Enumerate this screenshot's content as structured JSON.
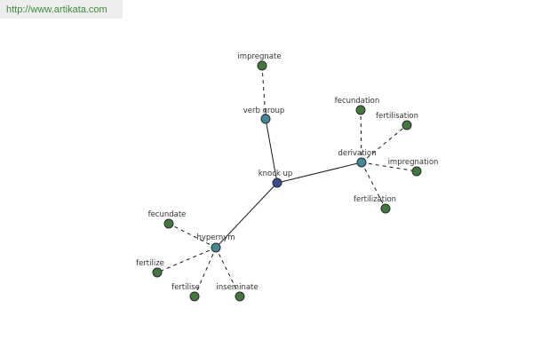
{
  "header": {
    "url": "http://www.artikata.com"
  },
  "graph": {
    "colors": {
      "center": "#3a4a8e",
      "category": "#3d8a99",
      "leaf": "#3f7a3a"
    },
    "center": {
      "label": "knock up"
    },
    "categories": [
      {
        "key": "verb_group",
        "label": "verb group"
      },
      {
        "key": "derivation",
        "label": "derivation"
      },
      {
        "key": "hypernym",
        "label": "hypernym"
      }
    ],
    "leaves": [
      {
        "key": "impregnate_1",
        "parent": "verb_group",
        "label": "impregnate"
      },
      {
        "key": "fecundation",
        "parent": "derivation",
        "label": "fecundation"
      },
      {
        "key": "fertilisation",
        "parent": "derivation",
        "label": "fertilisation"
      },
      {
        "key": "impregnation",
        "parent": "derivation",
        "label": "impregnation"
      },
      {
        "key": "fertilization",
        "parent": "derivation",
        "label": "fertilization"
      },
      {
        "key": "fecundate",
        "parent": "hypernym",
        "label": "fecundate"
      },
      {
        "key": "fertilize",
        "parent": "hypernym",
        "label": "fertilize"
      },
      {
        "key": "fertilise",
        "parent": "hypernym",
        "label": "fertilise"
      },
      {
        "key": "inseminate",
        "parent": "hypernym",
        "label": "inseminate"
      }
    ]
  }
}
